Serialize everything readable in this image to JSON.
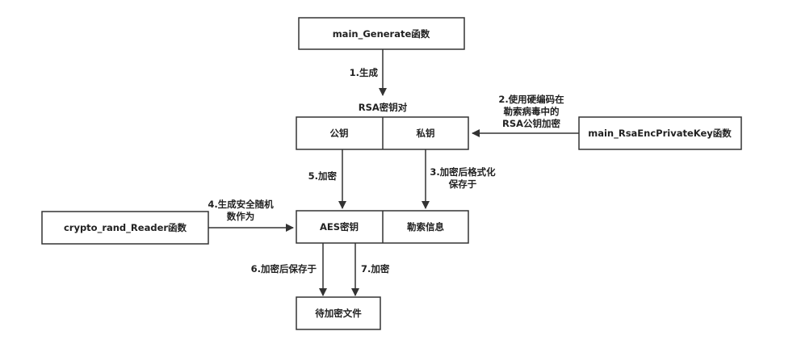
{
  "nodes": {
    "main_generate": "main_Generate函数",
    "rsa_pair_title": "RSA密钥对",
    "public_key": "公钥",
    "private_key": "私钥",
    "main_rsa_enc": "main_RsaEncPrivateKey函数",
    "crypto_rand": "crypto_rand_Reader函数",
    "aes_key": "AES密钥",
    "ransom_info": "勒索信息",
    "target_file": "待加密文件"
  },
  "edges": {
    "e1": "1.生成",
    "e2": [
      "2.使用硬编码在",
      "勒索病毒中的",
      "RSA公钥加密"
    ],
    "e3": [
      "3.加密后格式化",
      "保存于"
    ],
    "e4": [
      "4.生成安全随机",
      "数作为"
    ],
    "e5": "5.加密",
    "e6": "6.加密后保存于",
    "e7": "7.加密"
  }
}
